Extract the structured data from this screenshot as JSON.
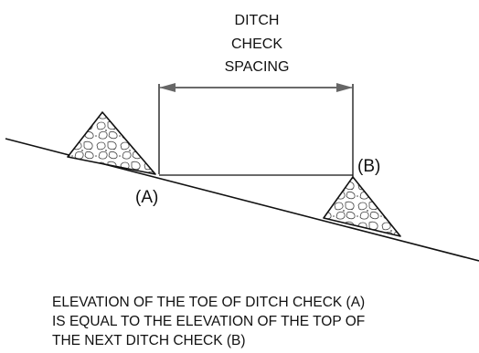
{
  "diagram": {
    "spacing_label_lines": [
      "DITCH",
      "CHECK",
      "SPACING"
    ],
    "point_a_label": "(A)",
    "point_b_label": "(B)",
    "note_lines": [
      "ELEVATION OF THE TOE OF DITCH CHECK (A)",
      "IS EQUAL TO THE ELEVATION OF THE TOP OF",
      "THE NEXT DITCH CHECK (B)"
    ]
  }
}
